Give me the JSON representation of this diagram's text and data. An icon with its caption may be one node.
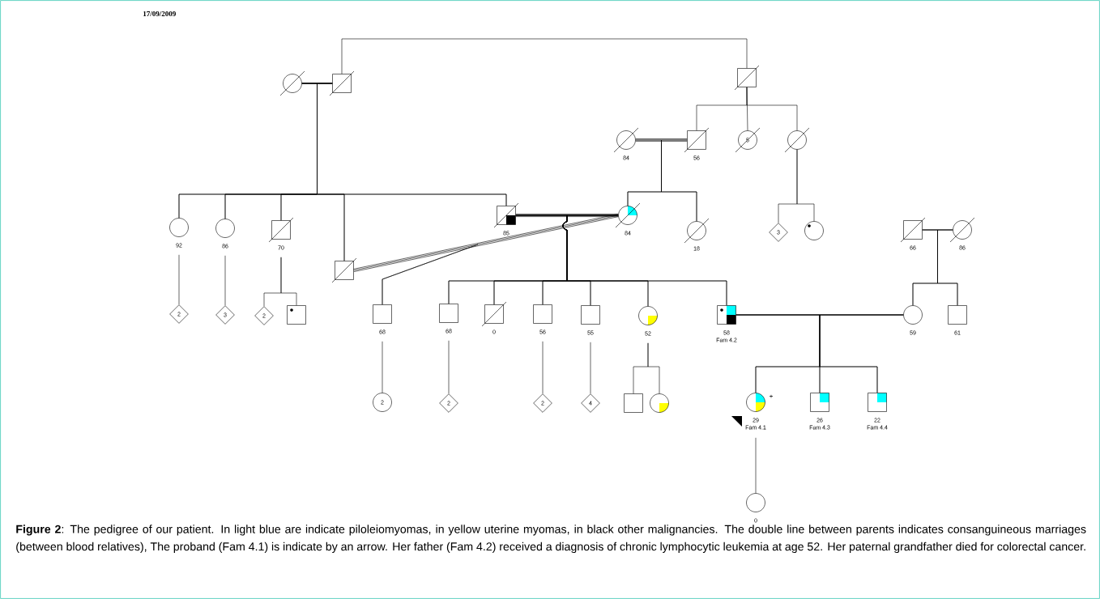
{
  "diagram": {
    "caption": "**Figure 2**: The pedigree of our patient. In light blue are indicate piloleiomyomas, in yellow uterine myomas, in black other malignancies. The double line between parents indicates consanguineous marriages (between blood relatives), The proband (Fam 4.1) is indicate by an arrow. Her father (Fam 4.2) received a diagnosis of chronic lymphocytic leukemia at age 52. Her paternal grandfather died for colorectal cancer.",
    "nodes": [
      {
        "text": [],
        "shape": "circle"
      },
      {
        "text": [],
        "shape": "square"
      },
      {
        "text": [],
        "shape": "square"
      },
      {
        "text": [],
        "shape": "circle",
        "beside": [
          "84"
        ]
      },
      {
        "text": [],
        "shape": "square",
        "beside": [
          "56"
        ]
      },
      {
        "text": [
          "5"
        ]
      },
      {
        "text": [],
        "shape": "circle"
      },
      {
        "text": [],
        "shape": "circle",
        "beside": [
          "92"
        ]
      },
      {
        "text": [],
        "shape": "circle",
        "beside": [
          "86"
        ]
      },
      {
        "text": [],
        "shape": "square",
        "beside": [
          "70"
        ]
      },
      {
        "text": [],
        "shape": "square"
      },
      {
        "text": [],
        "shape": "square",
        "beside": [
          "85"
        ]
      },
      {
        "text": [],
        "shape": "circle",
        "beside": [
          "84"
        ]
      },
      {
        "text": [],
        "shape": "circle",
        "beside": [
          "18"
        ]
      },
      {
        "text": [
          "3"
        ]
      },
      {
        "text": [],
        "shape": "circle"
      },
      {
        "text": [],
        "shape": "square",
        "beside": [
          "66"
        ]
      },
      {
        "text": [],
        "shape": "circle",
        "beside": [
          "86"
        ]
      },
      {
        "text": [
          "2"
        ]
      },
      {
        "text": [
          "3"
        ]
      },
      {
        "text": [
          "2"
        ]
      },
      {
        "text": [],
        "shape": "square"
      },
      {
        "text": [],
        "shape": "square",
        "beside": [
          "68"
        ]
      },
      {
        "text": [],
        "shape": "square",
        "beside": [
          "68"
        ]
      },
      {
        "text": [],
        "shape": "square",
        "beside": [
          "0"
        ]
      },
      {
        "text": [],
        "shape": "square",
        "beside": [
          "56"
        ]
      },
      {
        "text": [],
        "shape": "square",
        "beside": [
          "55"
        ]
      },
      {
        "text": [],
        "shape": "circle",
        "beside": [
          "52"
        ]
      },
      {
        "text": [],
        "shape": "square",
        "beside": [
          "58",
          "Fam 4.2"
        ]
      },
      {
        "text": [],
        "shape": "circle",
        "beside": [
          "59"
        ]
      },
      {
        "text": [],
        "shape": "square",
        "beside": [
          "61"
        ]
      },
      {
        "text": [
          "2"
        ]
      },
      {
        "text": [
          "2"
        ]
      },
      {
        "text": [
          "2"
        ]
      },
      {
        "text": [
          "4"
        ]
      },
      {
        "text": [],
        "shape": "square"
      },
      {
        "text": [],
        "shape": "circle"
      },
      {
        "text": [],
        "shape": "circle",
        "beside": [
          "29",
          "Fam 4.1"
        ]
      },
      {
        "text": [],
        "shape": "square",
        "beside": [
          "26",
          "Fam 4.3"
        ]
      },
      {
        "text": [],
        "shape": "square",
        "beside": [
          "22",
          "Fam 4.4"
        ]
      },
      {
        "text": [],
        "shape": "circle",
        "beside": [
          "0"
        ]
      }
    ],
    "edges": [
      {
        "from": 1,
        "to": 2,
        "arrow": "none"
      },
      {
        "from": 0,
        "to": 1,
        "arrow": "none"
      },
      {
        "from": 0,
        "to": 7,
        "arrow": "none"
      },
      {
        "from": 1,
        "to": 7,
        "arrow": "none"
      },
      {
        "from": 0,
        "to": 8,
        "arrow": "none"
      },
      {
        "from": 1,
        "to": 8,
        "arrow": "none"
      },
      {
        "from": 0,
        "to": 9,
        "arrow": "none"
      },
      {
        "from": 1,
        "to": 9,
        "arrow": "none"
      },
      {
        "from": 0,
        "to": 10,
        "arrow": "none"
      },
      {
        "from": 1,
        "to": 10,
        "arrow": "none"
      },
      {
        "from": 0,
        "to": 11,
        "arrow": "none"
      },
      {
        "from": 1,
        "to": 11,
        "arrow": "none"
      },
      {
        "from": 2,
        "to": 4,
        "arrow": "none"
      },
      {
        "from": 2,
        "to": 5,
        "arrow": "none"
      },
      {
        "from": 2,
        "to": 6,
        "arrow": "none"
      },
      {
        "from": 3,
        "to": 4,
        "arrow": "none"
      },
      {
        "from": 3,
        "to": 4,
        "arrow": "none"
      },
      {
        "from": 3,
        "to": 12,
        "arrow": "none"
      },
      {
        "from": 4,
        "to": 12,
        "arrow": "none"
      },
      {
        "from": 3,
        "to": 13,
        "arrow": "none"
      },
      {
        "from": 4,
        "to": 13,
        "arrow": "none"
      },
      {
        "from": 6,
        "to": 14,
        "arrow": "none"
      },
      {
        "from": 6,
        "to": 15,
        "arrow": "none"
      },
      {
        "from": 7,
        "to": 18,
        "arrow": "none"
      },
      {
        "from": 8,
        "to": 19,
        "arrow": "none"
      },
      {
        "from": 9,
        "to": 20,
        "arrow": "none"
      },
      {
        "from": 9,
        "to": 21,
        "arrow": "none"
      },
      {
        "from": 11,
        "to": 12,
        "arrow": "none"
      },
      {
        "from": 11,
        "to": 12,
        "arrow": "none"
      },
      {
        "from": 10,
        "to": 12,
        "arrow": "none"
      },
      {
        "from": 10,
        "to": 12,
        "arrow": "none"
      },
      {
        "from": 10,
        "to": 22,
        "arrow": "none"
      },
      {
        "from": 12,
        "to": 22,
        "arrow": "none"
      },
      {
        "from": 11,
        "to": 23,
        "arrow": "none"
      },
      {
        "from": 12,
        "to": 23,
        "arrow": "none"
      },
      {
        "from": 11,
        "to": 24,
        "arrow": "none"
      },
      {
        "from": 12,
        "to": 24,
        "arrow": "none"
      },
      {
        "from": 11,
        "to": 25,
        "arrow": "none"
      },
      {
        "from": 12,
        "to": 25,
        "arrow": "none"
      },
      {
        "from": 11,
        "to": 26,
        "arrow": "none"
      },
      {
        "from": 12,
        "to": 26,
        "arrow": "none"
      },
      {
        "from": 11,
        "to": 27,
        "arrow": "none"
      },
      {
        "from": 12,
        "to": 27,
        "arrow": "none"
      },
      {
        "from": 11,
        "to": 28,
        "arrow": "none"
      },
      {
        "from": 12,
        "to": 28,
        "arrow": "none"
      },
      {
        "from": 16,
        "to": 17,
        "arrow": "none"
      },
      {
        "from": 16,
        "to": 29,
        "arrow": "none"
      },
      {
        "from": 17,
        "to": 29,
        "arrow": "none"
      },
      {
        "from": 16,
        "to": 30,
        "arrow": "none"
      },
      {
        "from": 17,
        "to": 30,
        "arrow": "none"
      },
      {
        "from": 28,
        "to": 29,
        "arrow": "none"
      },
      {
        "from": 22,
        "to": 31,
        "arrow": "none"
      },
      {
        "from": 23,
        "to": 32,
        "arrow": "none"
      },
      {
        "from": 25,
        "to": 33,
        "arrow": "none"
      },
      {
        "from": 26,
        "to": 34,
        "arrow": "none"
      },
      {
        "from": 27,
        "to": 35,
        "arrow": "none"
      },
      {
        "from": 27,
        "to": 36,
        "arrow": "none"
      },
      {
        "from": 28,
        "to": 37,
        "arrow": "none"
      },
      {
        "from": 29,
        "to": 37,
        "arrow": "none"
      },
      {
        "from": 28,
        "to": 38,
        "arrow": "none"
      },
      {
        "from": 29,
        "to": 38,
        "arrow": "none"
      },
      {
        "from": 28,
        "to": 39,
        "arrow": "none"
      },
      {
        "from": 29,
        "to": 39,
        "arrow": "none"
      },
      {
        "from": 37,
        "to": 40,
        "arrow": "none"
      }
    ],
    "labels": [
      "17/09/2009",
      "+"
    ]
  }
}
